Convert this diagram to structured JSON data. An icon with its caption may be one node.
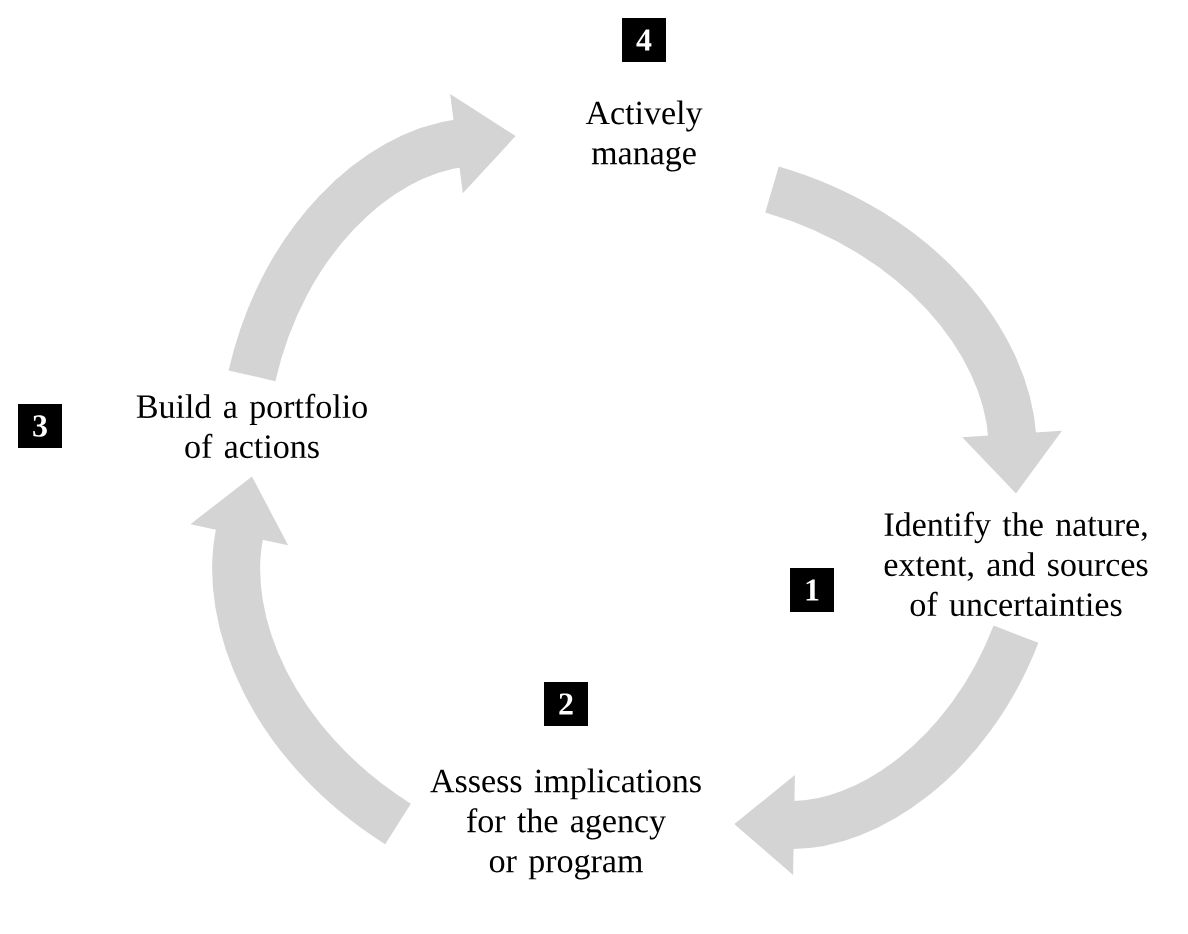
{
  "diagram": {
    "nodes": [
      {
        "text": [
          "Actively manage"
        ],
        "beside": [
          "4"
        ]
      },
      {
        "text": [
          "Build a portfolio of actions"
        ],
        "beside": [
          "3"
        ]
      },
      {
        "text": [
          "Identify the nature, extent, and sources of uncertainties"
        ],
        "beside": [
          "1"
        ]
      },
      {
        "text": [
          "Assess implications for the agency or program"
        ],
        "beside": [
          "2"
        ]
      }
    ],
    "edges": [
      {
        "from": 0,
        "to": 2,
        "arrow": "to"
      },
      {
        "from": 2,
        "to": 3,
        "arrow": "to"
      },
      {
        "from": 3,
        "to": 1,
        "arrow": "to"
      },
      {
        "from": 1,
        "to": 0,
        "arrow": "to"
      }
    ]
  }
}
